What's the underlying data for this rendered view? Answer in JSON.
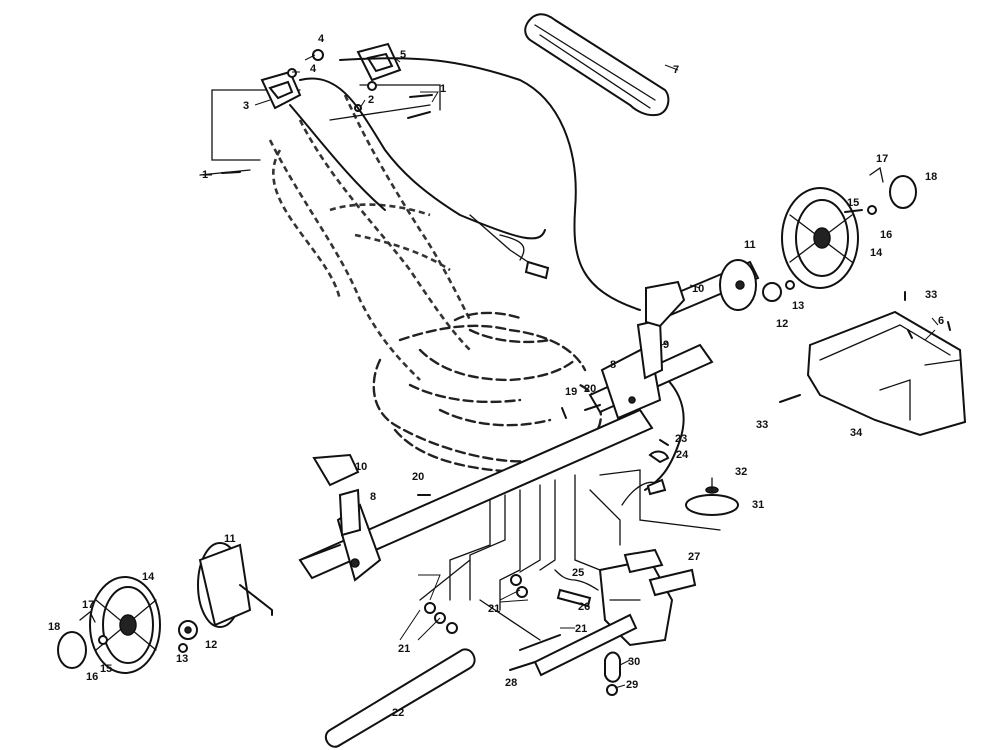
{
  "callouts": [
    {
      "id": "c1a",
      "text": "1"
    },
    {
      "id": "c1b",
      "text": "1"
    },
    {
      "id": "c2",
      "text": "2"
    },
    {
      "id": "c3",
      "text": "3"
    },
    {
      "id": "c4a",
      "text": "4"
    },
    {
      "id": "c4b",
      "text": "4"
    },
    {
      "id": "c5",
      "text": "5"
    },
    {
      "id": "c6",
      "text": "6"
    },
    {
      "id": "c7",
      "text": "7"
    },
    {
      "id": "c8a",
      "text": "8"
    },
    {
      "id": "c8b",
      "text": "8"
    },
    {
      "id": "c9",
      "text": "9"
    },
    {
      "id": "c10a",
      "text": "10"
    },
    {
      "id": "c10b",
      "text": "10"
    },
    {
      "id": "c11a",
      "text": "11"
    },
    {
      "id": "c11b",
      "text": "11"
    },
    {
      "id": "c12a",
      "text": "12"
    },
    {
      "id": "c12b",
      "text": "12"
    },
    {
      "id": "c13a",
      "text": "13"
    },
    {
      "id": "c13b",
      "text": "13"
    },
    {
      "id": "c14a",
      "text": "14"
    },
    {
      "id": "c14b",
      "text": "14"
    },
    {
      "id": "c15a",
      "text": "15"
    },
    {
      "id": "c15b",
      "text": "15"
    },
    {
      "id": "c16a",
      "text": "16"
    },
    {
      "id": "c16b",
      "text": "16"
    },
    {
      "id": "c17a",
      "text": "17"
    },
    {
      "id": "c17b",
      "text": "17"
    },
    {
      "id": "c18a",
      "text": "18"
    },
    {
      "id": "c18b",
      "text": "18"
    },
    {
      "id": "c19",
      "text": "19"
    },
    {
      "id": "c20a",
      "text": "20"
    },
    {
      "id": "c20b",
      "text": "20"
    },
    {
      "id": "c21a",
      "text": "21"
    },
    {
      "id": "c21b",
      "text": "21"
    },
    {
      "id": "c21c",
      "text": "21"
    },
    {
      "id": "c22",
      "text": "22"
    },
    {
      "id": "c23",
      "text": "23"
    },
    {
      "id": "c24",
      "text": "24"
    },
    {
      "id": "c25",
      "text": "25"
    },
    {
      "id": "c26",
      "text": "26"
    },
    {
      "id": "c27",
      "text": "27"
    },
    {
      "id": "c28",
      "text": "28"
    },
    {
      "id": "c29",
      "text": "29"
    },
    {
      "id": "c30",
      "text": "30"
    },
    {
      "id": "c31",
      "text": "31"
    },
    {
      "id": "c32",
      "text": "32"
    },
    {
      "id": "c33a",
      "text": "33"
    },
    {
      "id": "c33b",
      "text": "33"
    },
    {
      "id": "c34",
      "text": "34"
    }
  ]
}
